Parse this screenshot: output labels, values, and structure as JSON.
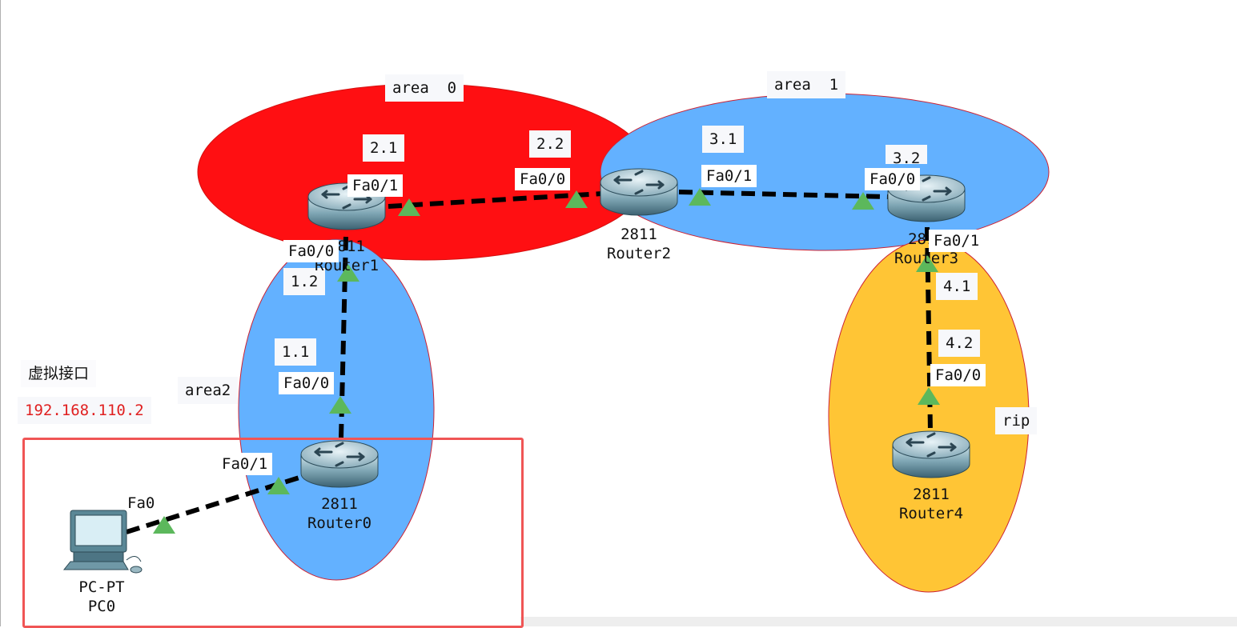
{
  "areas": {
    "area0": "area  0",
    "area1": "area  1",
    "area2": "area2",
    "rip": "rip"
  },
  "virtual_interface": {
    "title": "虚拟接口",
    "ip": "192.168.110.2"
  },
  "ip_notes": {
    "r1_2_1": "2.1",
    "r2_2_2": "2.2",
    "r2_3_1": "3.1",
    "r3_3_2": "3.2",
    "r1_1_2": "1.2",
    "r0_1_1": "1.1",
    "r3_4_1": "4.1",
    "r4_4_2": "4.2"
  },
  "ports": {
    "r1_fa01": "Fa0/1",
    "r1_fa00": "Fa0/0",
    "r2_fa00": "Fa0/0",
    "r2_fa01": "Fa0/1",
    "r3_fa00": "Fa0/0",
    "r3_fa01": "Fa0/1",
    "r0_fa00": "Fa0/0",
    "r0_fa01": "Fa0/1",
    "r4_fa00": "Fa0/0",
    "pc_fa0": "Fa0"
  },
  "devices": {
    "router0": {
      "model": "2811",
      "name": "Router0"
    },
    "router1": {
      "model": "2811",
      "name": "Router1"
    },
    "router2": {
      "model": "2811",
      "name": "Router2"
    },
    "router3": {
      "model": "2811",
      "name": "Router3"
    },
    "router4": {
      "model": "2811",
      "name": "Router4"
    },
    "pc0": {
      "model": "PC-PT",
      "name": "PC0"
    }
  },
  "colors": {
    "area0_fill": "#ff0f12",
    "area_blue_fill": "#63b1ff",
    "rip_fill": "#ffc535",
    "link": "#000000",
    "port_up": "#5cb85c",
    "selection": "#f05555",
    "virtual_ip": "#e02020"
  },
  "icons": [
    "router-icon",
    "pc-icon",
    "link-up-triangle-icon"
  ]
}
